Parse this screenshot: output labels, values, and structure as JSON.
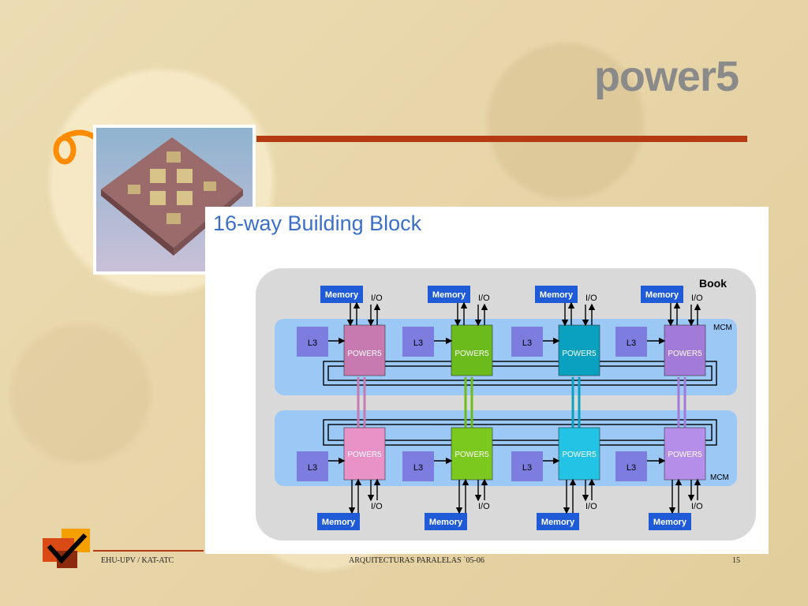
{
  "slide": {
    "title": "power5",
    "diagram_title": "16-way Building Block"
  },
  "diagram": {
    "book_label": "Book",
    "mcm_label": "MCM",
    "chip_label": "POWER5",
    "cache_label": "L3",
    "memory_label": "Memory",
    "io_label": "I/O"
  },
  "colors": {
    "accent_rule": "#b33a12",
    "title_gray": "#8a8a8a",
    "diagram_title": "#3b6fc9",
    "memory_box": "#1f5bd6",
    "l3_box": "#7d7de0",
    "mcm_band": "#9cc8f5",
    "book_bg": "#d9d9d9",
    "chip_colors": [
      "#c67ab0",
      "#6cbb1c",
      "#0aa0c0",
      "#a27ad8",
      "#e892c8",
      "#7bc81e",
      "#23c3e6",
      "#b58ee9"
    ]
  },
  "icons": {
    "chip_photo": "chip-photo-icon",
    "ring": "ring-icon",
    "logo": "checkmark-logo-icon"
  },
  "footer": {
    "left": "EHU-UPV / KAT-ATC",
    "center": "ARQUITECTURAS  PARALELAS  `05-06",
    "page": "15"
  }
}
